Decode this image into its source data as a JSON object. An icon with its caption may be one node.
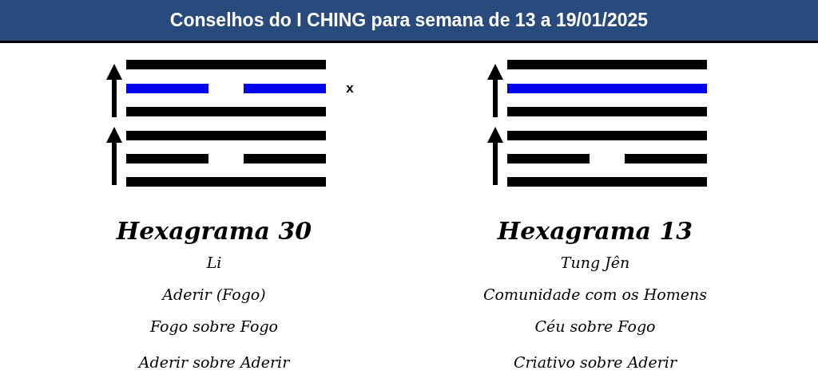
{
  "diagram": {
    "title": "Conselhos do I CHING para semana de 13 a 19/01/2025",
    "labels": [
      "x",
      "Hexagrama 30",
      "Li",
      "Aderir (Fogo)",
      "Fogo sobre Fogo",
      "Aderir sobre Aderir",
      "Hexagrama 13",
      "Tung Jên",
      "Comunidade com os Homens",
      "Céu sobre Fogo",
      "Criativo sobre Aderir"
    ]
  }
}
